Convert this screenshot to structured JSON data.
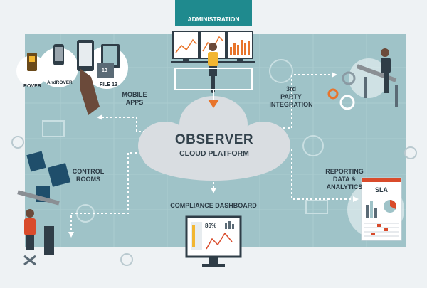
{
  "header": {
    "title": "ADMINISTRATION"
  },
  "cloud": {
    "title": "OBSERVER",
    "subtitle": "CLOUD PLATFORM"
  },
  "nodes": {
    "mobile_apps": [
      "MOBILE",
      "APPS"
    ],
    "third_party": [
      "3rd",
      "PARTY",
      "INTEGRATION"
    ],
    "control_rooms": [
      "CONTROL",
      "ROOMS"
    ],
    "reporting": [
      "REPORTING",
      "DATA &",
      "ANALYTICS"
    ],
    "compliance": "COMPLIANCE DASHBOARD"
  },
  "devices": {
    "rover": "ROVER",
    "androver": "AndROVER",
    "file13": "FILE 13",
    "file13_badge": "13"
  },
  "sla": {
    "title": "SLA"
  },
  "dashboard": {
    "percent": "86%"
  },
  "colors": {
    "band": "#9fc3c8",
    "band_dark": "#7fb0b6",
    "header": "#1f8a8e",
    "cloud": "#d9dde1",
    "accent_orange": "#e8742b",
    "dark": "#2f3d47"
  }
}
